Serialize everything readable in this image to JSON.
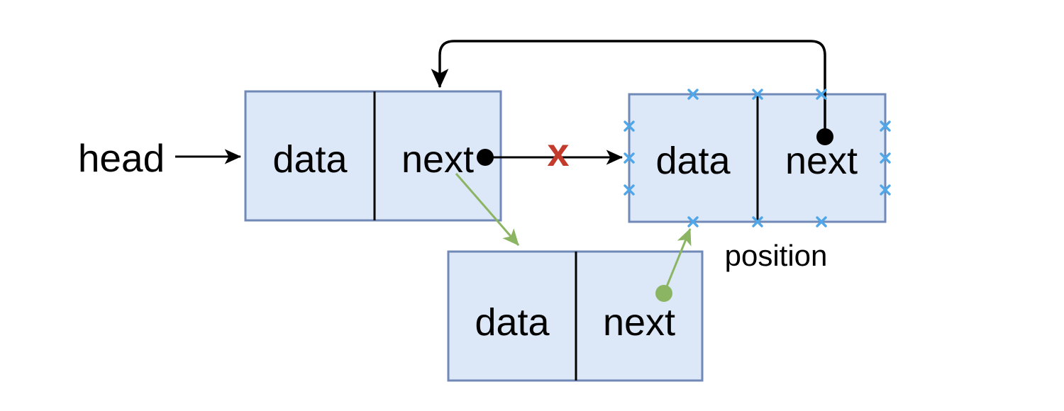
{
  "diagram": {
    "type": "linked-list-insertion",
    "labels": {
      "head": "head",
      "position": "position",
      "broken_link_marker": "x"
    },
    "nodes": [
      {
        "id": "node-1",
        "cells": {
          "data": "data",
          "next": "next"
        },
        "selected": false
      },
      {
        "id": "node-2",
        "cells": {
          "data": "data",
          "next": "next"
        },
        "selected": true
      },
      {
        "id": "node-3",
        "cells": {
          "data": "data",
          "next": "next"
        },
        "selected": false
      }
    ],
    "edges": [
      {
        "name": "head-pointer",
        "from": "head",
        "to": "node-1",
        "color": "black"
      },
      {
        "name": "old-link",
        "from": "node-1.next",
        "to": "node-2.data",
        "color": "black",
        "crossed_out": true
      },
      {
        "name": "new-link-to-inserted",
        "from": "node-1.next",
        "to": "node-3.top",
        "color": "green"
      },
      {
        "name": "inserted-next-link",
        "from": "node-3.next",
        "to": "node-2.bottom",
        "color": "green"
      },
      {
        "name": "loop-link",
        "from": "node-2.next",
        "to": "node-1.next-top",
        "color": "black"
      }
    ],
    "colors": {
      "node_fill": "#DCE7F8",
      "node_border": "#7189B7",
      "divider": "#000000",
      "selection_handle": "#4FA6E8",
      "new_link_green": "#8CB563",
      "broken_red": "#C23B2B",
      "edge_black": "#000000",
      "background": "#FFFFFF"
    }
  }
}
